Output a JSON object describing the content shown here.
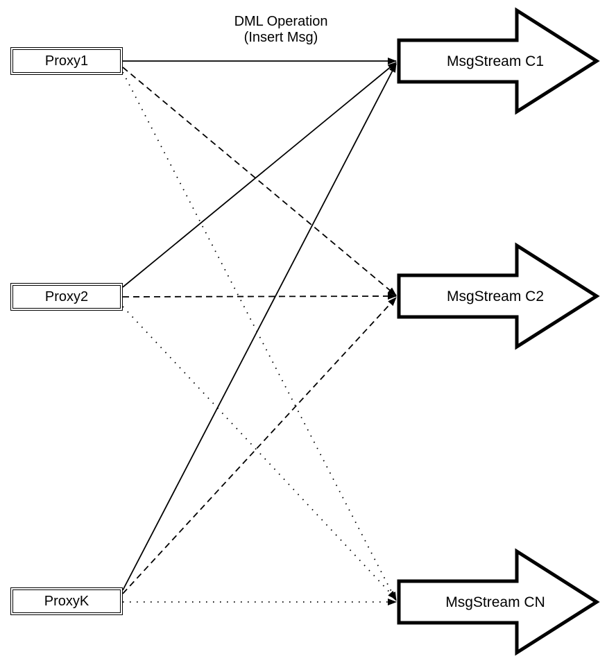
{
  "diagram": {
    "title_annotation": {
      "line1": "DML Operation",
      "line2": "(Insert Msg)"
    },
    "proxies": [
      {
        "id": "proxy1",
        "label": "Proxy1"
      },
      {
        "id": "proxy2",
        "label": "Proxy2"
      },
      {
        "id": "proxyK",
        "label": "ProxyK"
      }
    ],
    "streams": [
      {
        "id": "c1",
        "label": "MsgStream C1"
      },
      {
        "id": "c2",
        "label": "MsgStream C2"
      },
      {
        "id": "cn",
        "label": "MsgStream CN"
      }
    ],
    "connections": [
      {
        "from": "Proxy1",
        "to": "MsgStream C1",
        "style": "solid"
      },
      {
        "from": "Proxy1",
        "to": "MsgStream C2",
        "style": "dashed"
      },
      {
        "from": "Proxy1",
        "to": "MsgStream CN",
        "style": "dotted"
      },
      {
        "from": "Proxy2",
        "to": "MsgStream C1",
        "style": "solid"
      },
      {
        "from": "Proxy2",
        "to": "MsgStream C2",
        "style": "dashed"
      },
      {
        "from": "Proxy2",
        "to": "MsgStream CN",
        "style": "dotted"
      },
      {
        "from": "ProxyK",
        "to": "MsgStream C1",
        "style": "solid"
      },
      {
        "from": "ProxyK",
        "to": "MsgStream C2",
        "style": "dashed"
      },
      {
        "from": "ProxyK",
        "to": "MsgStream CN",
        "style": "dotted"
      }
    ],
    "colors": {
      "stroke": "#000000",
      "fill": "#ffffff",
      "background": "#ffffff"
    }
  }
}
